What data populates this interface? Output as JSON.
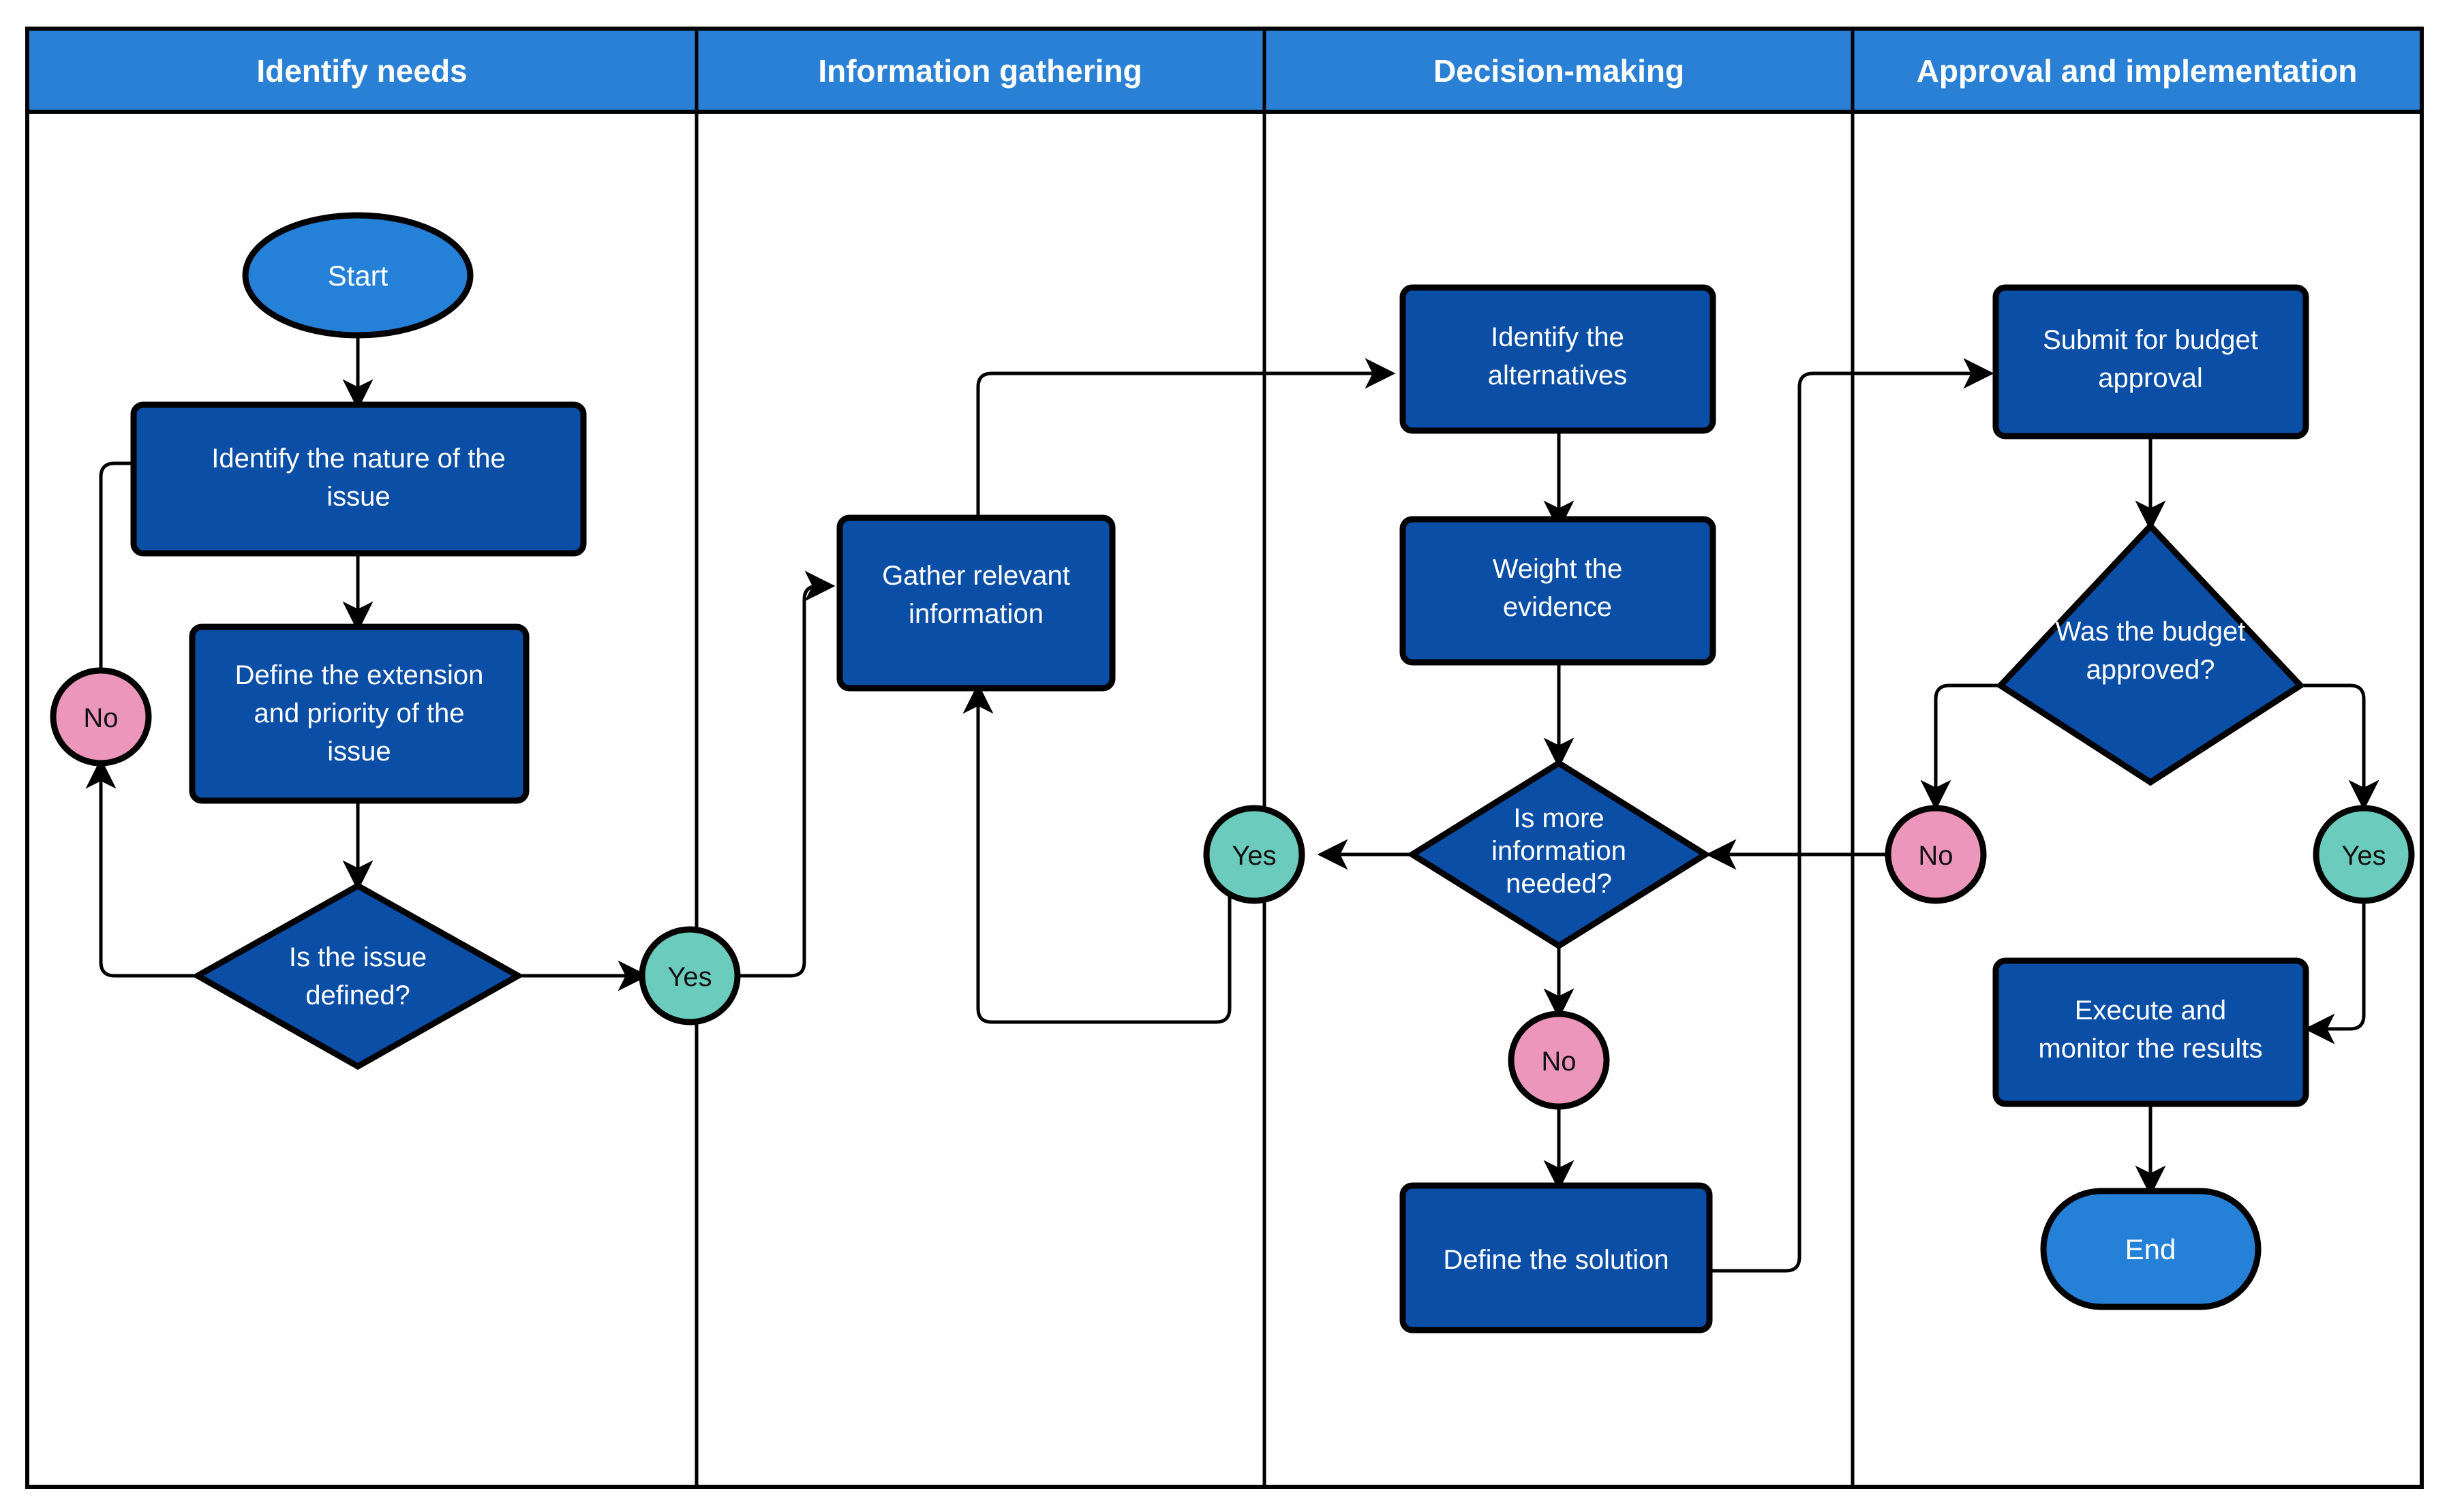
{
  "diagram": {
    "type": "swimlane-flowchart",
    "background": "#ffffff",
    "colors": {
      "lane_header_fill": "#2980D4",
      "lane_header_text": "#ffffff",
      "process_fill": "#0B4EA6",
      "decision_fill": "#0B4EA6",
      "terminator_fill": "#2581D7",
      "yes_fill": "#6BCCBD",
      "no_fill": "#EC96BC",
      "stroke": "#000000",
      "shape_text": "#ffffff",
      "label_text": "#111111"
    },
    "lanes": [
      {
        "id": "lane-1",
        "label": "Identify needs"
      },
      {
        "id": "lane-2",
        "label": "Information gathering"
      },
      {
        "id": "lane-3",
        "label": "Decision-making"
      },
      {
        "id": "lane-4",
        "label": "Approval and implementation"
      }
    ],
    "nodes": [
      {
        "id": "start",
        "lane": "lane-1",
        "shape": "terminator",
        "lines": [
          "Start"
        ]
      },
      {
        "id": "identify-nature",
        "lane": "lane-1",
        "shape": "process",
        "lines": [
          "Identify the nature of the",
          "issue"
        ]
      },
      {
        "id": "define-extension",
        "lane": "lane-1",
        "shape": "process",
        "lines": [
          "Define the extension",
          "and priority of the",
          "issue"
        ]
      },
      {
        "id": "issue-defined",
        "lane": "lane-1",
        "shape": "decision",
        "lines": [
          "Is the issue",
          "defined?"
        ]
      },
      {
        "id": "no-1",
        "lane": "lane-1",
        "shape": "label-no",
        "lines": [
          "No"
        ]
      },
      {
        "id": "yes-1",
        "lane": "lane-1",
        "shape": "label-yes",
        "lines": [
          "Yes"
        ]
      },
      {
        "id": "gather-info",
        "lane": "lane-2",
        "shape": "process",
        "lines": [
          "Gather relevant",
          "information"
        ]
      },
      {
        "id": "yes-2",
        "lane": "lane-2",
        "shape": "label-yes",
        "lines": [
          "Yes"
        ]
      },
      {
        "id": "identify-alternatives",
        "lane": "lane-3",
        "shape": "process",
        "lines": [
          "Identify the",
          "alternatives"
        ]
      },
      {
        "id": "weight-evidence",
        "lane": "lane-3",
        "shape": "process",
        "lines": [
          "Weight the",
          "evidence"
        ]
      },
      {
        "id": "more-info-needed",
        "lane": "lane-3",
        "shape": "decision",
        "lines": [
          "Is more",
          "information",
          "needed?"
        ]
      },
      {
        "id": "no-2",
        "lane": "lane-3",
        "shape": "label-no",
        "lines": [
          "No"
        ]
      },
      {
        "id": "define-solution",
        "lane": "lane-3",
        "shape": "process",
        "lines": [
          "Define the solution"
        ]
      },
      {
        "id": "submit-budget",
        "lane": "lane-4",
        "shape": "process",
        "lines": [
          "Submit for budget",
          "approval"
        ]
      },
      {
        "id": "budget-approved",
        "lane": "lane-4",
        "shape": "decision",
        "lines": [
          "Was the budget",
          "approved?"
        ]
      },
      {
        "id": "no-3",
        "lane": "lane-4",
        "shape": "label-no",
        "lines": [
          "No"
        ]
      },
      {
        "id": "yes-3",
        "lane": "lane-4",
        "shape": "label-yes",
        "lines": [
          "Yes"
        ]
      },
      {
        "id": "execute-monitor",
        "lane": "lane-4",
        "shape": "process",
        "lines": [
          "Execute and",
          "monitor the results"
        ]
      },
      {
        "id": "end",
        "lane": "lane-4",
        "shape": "terminator",
        "lines": [
          "End"
        ]
      }
    ],
    "edges": [
      {
        "from": "start",
        "to": "identify-nature"
      },
      {
        "from": "identify-nature",
        "to": "define-extension"
      },
      {
        "from": "define-extension",
        "to": "issue-defined"
      },
      {
        "from": "issue-defined",
        "to": "no-1"
      },
      {
        "from": "no-1",
        "to": "identify-nature"
      },
      {
        "from": "issue-defined",
        "to": "yes-1"
      },
      {
        "from": "yes-1",
        "to": "gather-info"
      },
      {
        "from": "gather-info",
        "to": "identify-alternatives"
      },
      {
        "from": "identify-alternatives",
        "to": "weight-evidence"
      },
      {
        "from": "weight-evidence",
        "to": "more-info-needed"
      },
      {
        "from": "more-info-needed",
        "to": "yes-2"
      },
      {
        "from": "yes-2",
        "to": "gather-info"
      },
      {
        "from": "more-info-needed",
        "to": "no-2"
      },
      {
        "from": "no-2",
        "to": "define-solution"
      },
      {
        "from": "define-solution",
        "to": "submit-budget"
      },
      {
        "from": "submit-budget",
        "to": "budget-approved"
      },
      {
        "from": "budget-approved",
        "to": "no-3"
      },
      {
        "from": "no-3",
        "to": "more-info-needed"
      },
      {
        "from": "budget-approved",
        "to": "yes-3"
      },
      {
        "from": "yes-3",
        "to": "execute-monitor"
      },
      {
        "from": "execute-monitor",
        "to": "end"
      }
    ]
  }
}
